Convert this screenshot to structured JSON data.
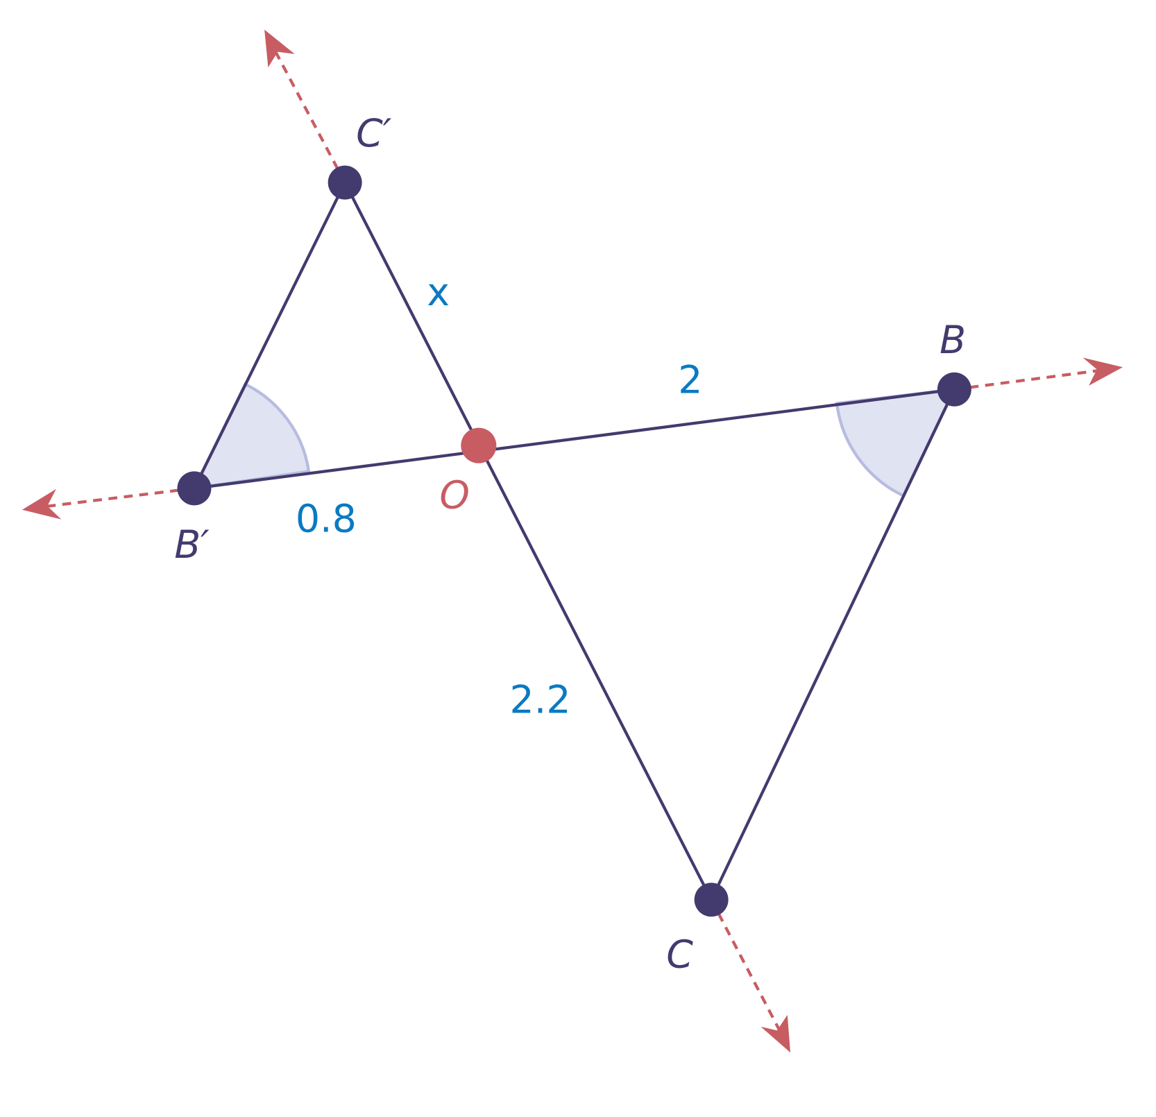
{
  "diagram": {
    "points": {
      "C_prime": "C′",
      "B_prime": "B′",
      "B": "B",
      "C": "C",
      "O": "O"
    },
    "lengths": {
      "OC_prime": "x",
      "OB": "2",
      "OB_prime": "0.8",
      "OC": "2.2"
    }
  },
  "colors": {
    "segment": "#433a6e",
    "ray": "#c85c63",
    "center": "#c85c63",
    "length_label": "#0a7ac2",
    "angle_fill": "#e0e3f2",
    "angle_stroke": "#b7bcdf"
  }
}
